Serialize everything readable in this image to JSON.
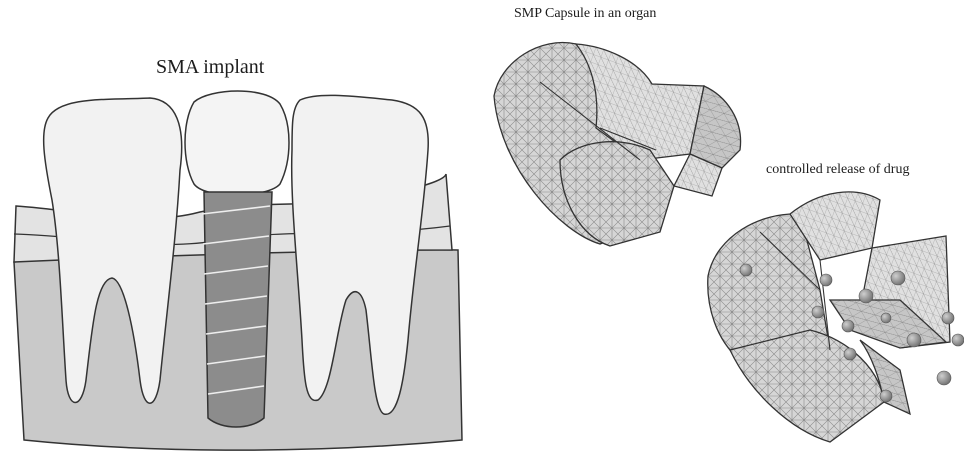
{
  "labels": {
    "sma_implant": "SMA implant",
    "smp_capsule": "SMP Capsule in an organ",
    "controlled_release": "controlled release of drug"
  },
  "colors": {
    "bone": "#c9c9c9",
    "gum": "#e3e3e3",
    "tooth": "#f2f2f2",
    "implant_post": "#8c8c8c",
    "capsule_face": "#d4d4d4",
    "mesh": "#8a8a8a",
    "outline": "#333333",
    "drug_particle": "#8f8f8f"
  }
}
